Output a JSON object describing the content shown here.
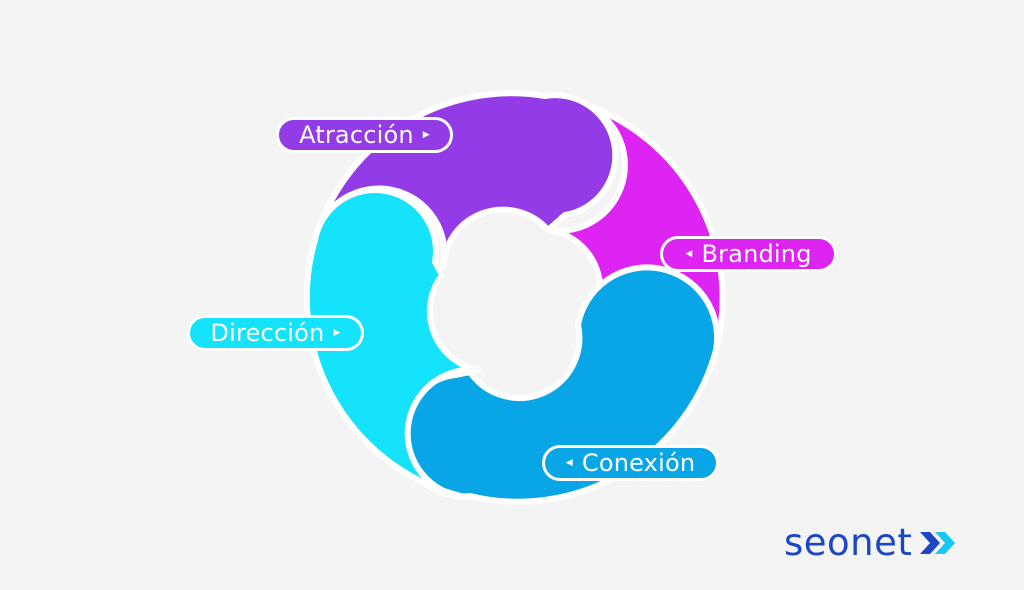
{
  "segments": [
    {
      "id": "atraccion",
      "label": "Atracción",
      "color": "#943be8",
      "pointer": "right"
    },
    {
      "id": "branding",
      "label": "Branding",
      "color": "#de24f2",
      "pointer": "left"
    },
    {
      "id": "conexion",
      "label": "Conexión",
      "color": "#08a6e6",
      "pointer": "left"
    },
    {
      "id": "direccion",
      "label": "Dirección",
      "color": "#15e2fb",
      "pointer": "right"
    }
  ],
  "logo": {
    "text": "seonet",
    "text_color": "#1c47c4",
    "chevron_colors": [
      "#1c47c4",
      "#17c9f2"
    ]
  },
  "background": "#f4f4f4",
  "separator_color": "#ffffff"
}
